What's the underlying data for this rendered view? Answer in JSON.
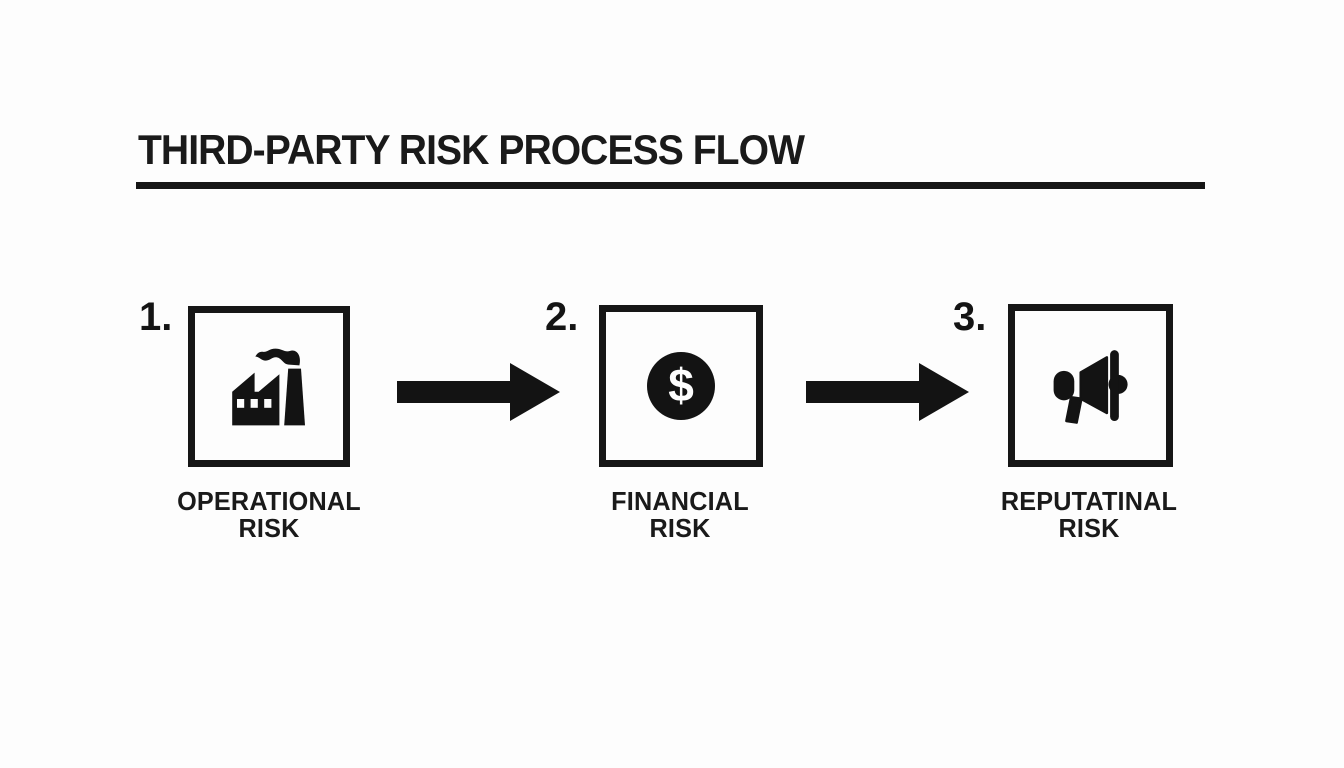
{
  "title": "THIRD-PARTY RISK PROCESS FLOW",
  "steps": [
    {
      "number": "1.",
      "icon": "factory-icon",
      "label": "OPERATIONAL\nRISK"
    },
    {
      "number": "2.",
      "icon": "dollar-icon",
      "glyph": "$",
      "label": "FINANCIAL\nRISK"
    },
    {
      "number": "3.",
      "icon": "megaphone-icon",
      "label": "REPUTATINAL\nRISK"
    }
  ],
  "colors": {
    "ink": "#161616",
    "background": "#fdfdfd"
  }
}
